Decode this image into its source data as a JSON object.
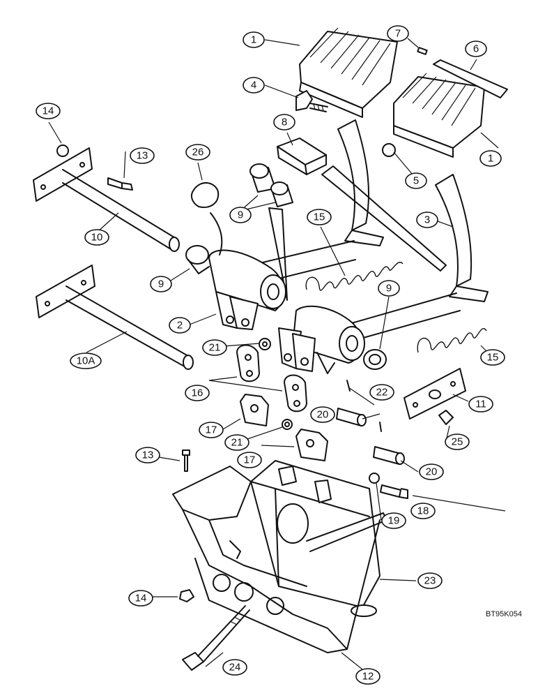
{
  "figure_code": "BT95K054",
  "callouts": {
    "c1a": "1",
    "c1b": "1",
    "c2": "2",
    "c3": "3",
    "c4": "4",
    "c5": "5",
    "c6": "6",
    "c7": "7",
    "c8": "8",
    "c9a": "9",
    "c9b": "9",
    "c9c": "9",
    "c10": "10",
    "c10a": "10A",
    "c11": "11",
    "c12": "12",
    "c13a": "13",
    "c13b": "13",
    "c14a": "14",
    "c14b": "14",
    "c15a": "15",
    "c15b": "15",
    "c16": "16",
    "c17a": "17",
    "c17b": "17",
    "c18": "18",
    "c19": "19",
    "c20a": "20",
    "c20b": "20",
    "c21a": "21",
    "c21b": "21",
    "c22": "22",
    "c23": "23",
    "c24": "24",
    "c25": "25",
    "c26": "26"
  }
}
